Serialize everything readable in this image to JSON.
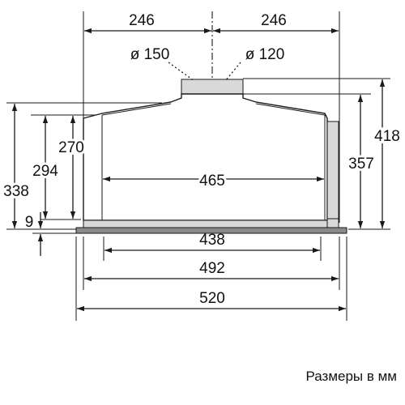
{
  "diagram": {
    "width_dims": {
      "half_left": "246",
      "half_right": "246",
      "inner_body": "465",
      "cutout": "438",
      "frame_inner": "492",
      "frame_outer": "520"
    },
    "height_dims": {
      "total_with_nozzle": "418",
      "body_right": "357",
      "body_left": "338",
      "inner_294": "294",
      "inner_270": "270",
      "flange": "9"
    },
    "duct": {
      "large": "ø 150",
      "small": "ø 120"
    },
    "caption": "Размеры в мм"
  }
}
